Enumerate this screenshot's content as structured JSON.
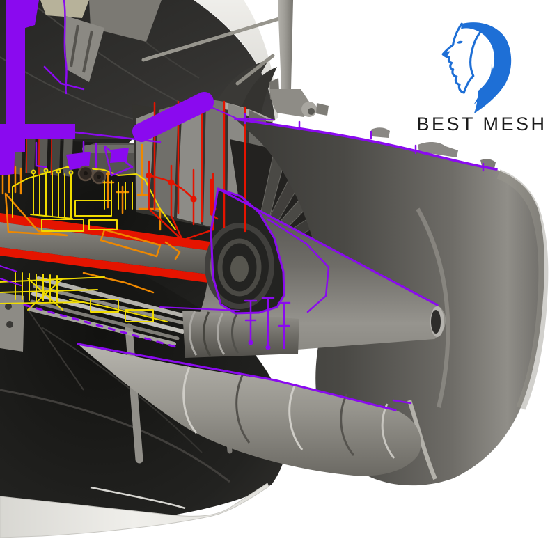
{
  "render": {
    "subject": "Turbofan jet engine 3D model — rear three-quarter cutaway view",
    "style": "photorealistic render with colored mesh cross-section highlights",
    "background_color": "#FFFFFF"
  },
  "brand": {
    "name": "BEST MESH",
    "icon": "lion-head-icon",
    "logo_color": "#1E6FD6",
    "text_color": "#1B1B1B"
  },
  "palette": {
    "wireframe_purple": "#8A0AEF",
    "wireframe_red": "#E51400",
    "wireframe_yellow": "#F0DC00",
    "wireframe_orange": "#EE8800",
    "metal_dark": "#30302E",
    "metal_mid": "#6E6C67",
    "metal_light": "#B2B0AA",
    "rim_white": "#E9E8E4"
  },
  "parts": [
    {
      "name": "fan-case",
      "highlight": "none"
    },
    {
      "name": "nacelle-inlet-lip",
      "highlight": "none"
    },
    {
      "name": "pylon-mount-cut",
      "highlight": "purple"
    },
    {
      "name": "compressor-stator-rows",
      "highlight": "red"
    },
    {
      "name": "combustor-fuel-system",
      "highlight": "yellow"
    },
    {
      "name": "accessory-plumbing",
      "highlight": "orange"
    },
    {
      "name": "core-shaft-cut",
      "highlight": "red"
    },
    {
      "name": "turbine-blade-rows",
      "highlight": "none"
    },
    {
      "name": "turbine-cascade-cut",
      "highlight": "red"
    },
    {
      "name": "exhaust-outer-duct",
      "highlight": "purple-edges"
    },
    {
      "name": "tail-cone",
      "highlight": "purple-edges"
    },
    {
      "name": "bypass-duct-lower-half",
      "highlight": "purple-edges"
    },
    {
      "name": "support-strut",
      "highlight": "none"
    }
  ]
}
